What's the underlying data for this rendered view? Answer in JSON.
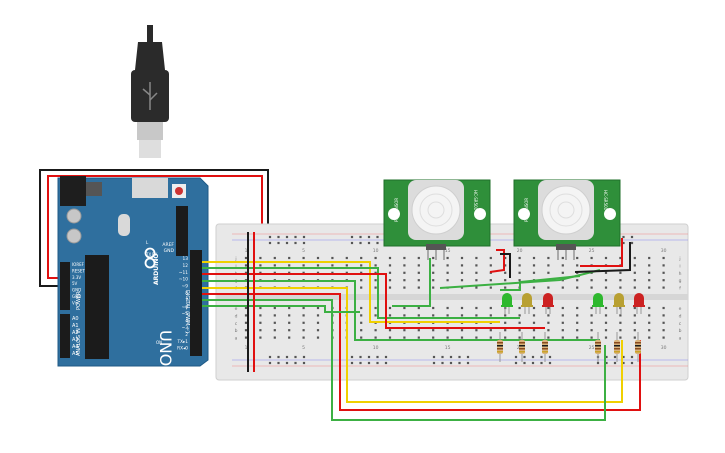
{
  "arduino": {
    "brand": "ARDUINO",
    "model": "UNO",
    "header_left_labels": [
      "IOREF",
      "RESET",
      "3.3V",
      "5V",
      "GND",
      "GND",
      "Vin"
    ],
    "power_label": "POWER",
    "analog_pins": [
      "A0",
      "A1",
      "A2",
      "A3",
      "A4",
      "A5"
    ],
    "analog_label": "ANALOG IN",
    "top_right_labels": [
      "AREF",
      "GND"
    ],
    "digital_pins": [
      "13",
      "12",
      "~11",
      "~10",
      "~9",
      "8",
      "7",
      "~6",
      "~5",
      "4",
      "~3",
      "2",
      "TX▸1",
      "RX◂0"
    ],
    "digital_label": "DIGITAL (PWM ~)",
    "led_labels": [
      "L",
      "TX",
      "RX",
      "ON"
    ]
  },
  "pir_sensors": [
    {
      "id": "pir-1",
      "labels": [
        "HC-SR501",
        "PIR SENSOR"
      ]
    },
    {
      "id": "pir-2",
      "labels": [
        "HC-SR501",
        "PIR SENSOR"
      ]
    }
  ],
  "breadboard": {
    "col_numbers": [
      "1",
      "5",
      "10",
      "15",
      "20",
      "25",
      "30"
    ],
    "row_letters_top": [
      "j",
      "i",
      "h",
      "g",
      "f"
    ],
    "row_letters_bottom": [
      "e",
      "d",
      "c",
      "b",
      "a"
    ]
  },
  "leds": [
    {
      "color": "green",
      "hex": "#2eb82e"
    },
    {
      "color": "yellow",
      "hex": "#b8a032"
    },
    {
      "color": "red",
      "hex": "#cc2222"
    },
    {
      "color": "green",
      "hex": "#2eb82e"
    },
    {
      "color": "yellow",
      "hex": "#b8a032"
    },
    {
      "color": "red",
      "hex": "#cc2222"
    }
  ],
  "wire_colors": {
    "red": "#e01010",
    "black": "#1a1a1a",
    "green": "#3cb043",
    "yellow": "#f0d000"
  },
  "colors": {
    "arduino_blue": "#2f6f9e",
    "pcb_green": "#2f8f3a",
    "breadboard": "#e8e8e8"
  }
}
